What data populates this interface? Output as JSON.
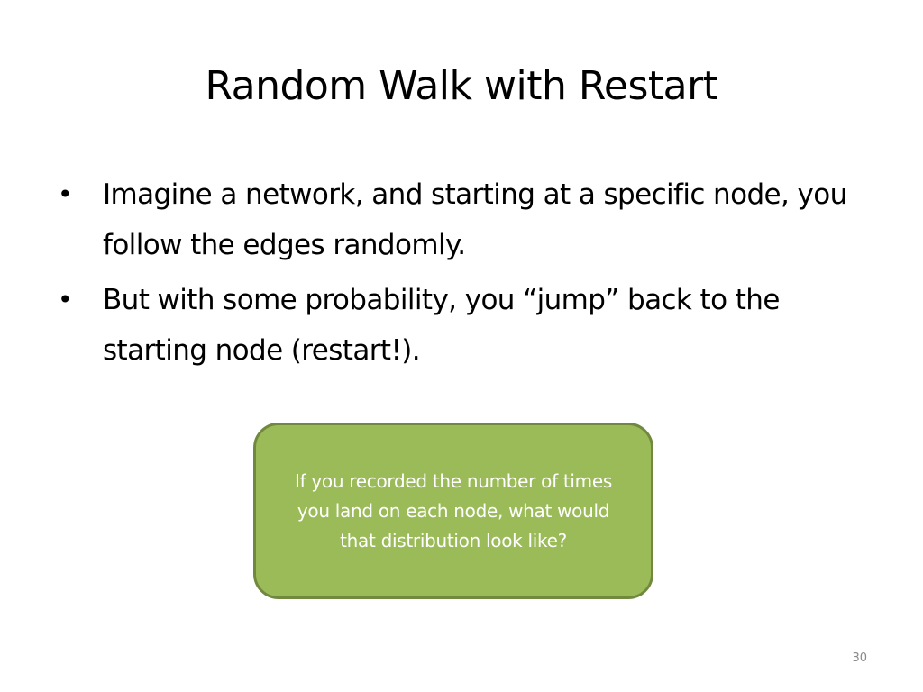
{
  "slide": {
    "title": "Random Walk with Restart",
    "bullets": [
      {
        "marker": "•",
        "text": "Imagine a network, and starting at a specific node, you follow the edges randomly."
      },
      {
        "marker": "•",
        "text": "But with some probability, you “jump” back to the starting node (restart!)."
      }
    ],
    "callout": {
      "text": "If you recorded the number of times you land on each node, what would that distribution look like?",
      "fill_color": "#9bbb59",
      "border_color": "#71893f",
      "text_color": "#ffffff"
    },
    "page_number": "30"
  }
}
